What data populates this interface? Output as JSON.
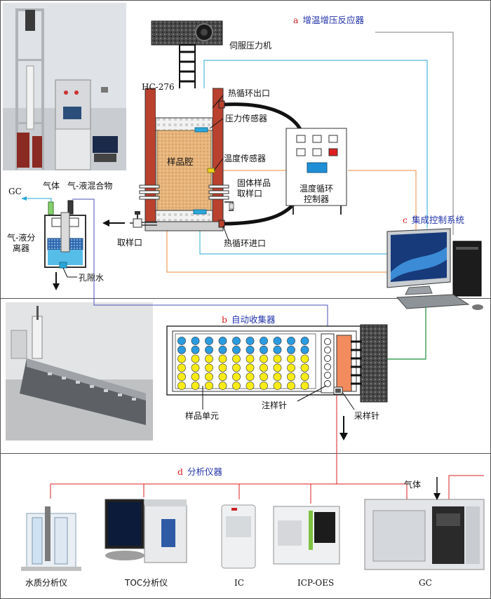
{
  "sections": {
    "a": {
      "letter": "a",
      "title": "增温增压反应器"
    },
    "b": {
      "letter": "b",
      "title": "自动收集器"
    },
    "c": {
      "letter": "c",
      "title": "集成控制系统"
    },
    "d": {
      "letter": "d",
      "title": "分析仪器"
    }
  },
  "reactor": {
    "model": "HC-276",
    "chamber": "样品腔",
    "servo": "伺服压力机",
    "outlet": "热循环出口",
    "inlet": "热循环进口",
    "pressure_sensor": "压力传感器",
    "temp_sensor": "温度传感器",
    "solid_sampling_1": "固体样品",
    "solid_sampling_2": "取样口",
    "controller_1": "温度循环",
    "controller_2": "控制器",
    "sampling_port": "取样口",
    "gc_label": "GC",
    "gas": "气体",
    "mixture": "气-液混合物",
    "separator_1": "气-液分",
    "separator_2": "离器",
    "pore_water": "孔隙水"
  },
  "collector": {
    "unit": "样品单元",
    "injection_needle": "注样针",
    "sampling_needle": "采样针"
  },
  "instruments": {
    "water_quality": "水质分析仪",
    "toc": "TOC分析仪",
    "ic": "IC",
    "icp": "ICP-OES",
    "gc": "GC",
    "gc_gas": "气体"
  },
  "colors": {
    "accent_red": "#dd1f1f",
    "section_blue": "#2233aa",
    "line_blue": "#2aa7d9",
    "line_orange": "#ef8a3c",
    "line_green": "#1d8f3a",
    "reactor_wall": "#b9412e",
    "sample_fill": "#e4b77e",
    "vial_blue": "#2b9be0",
    "vial_yellow": "#f7ec17"
  }
}
